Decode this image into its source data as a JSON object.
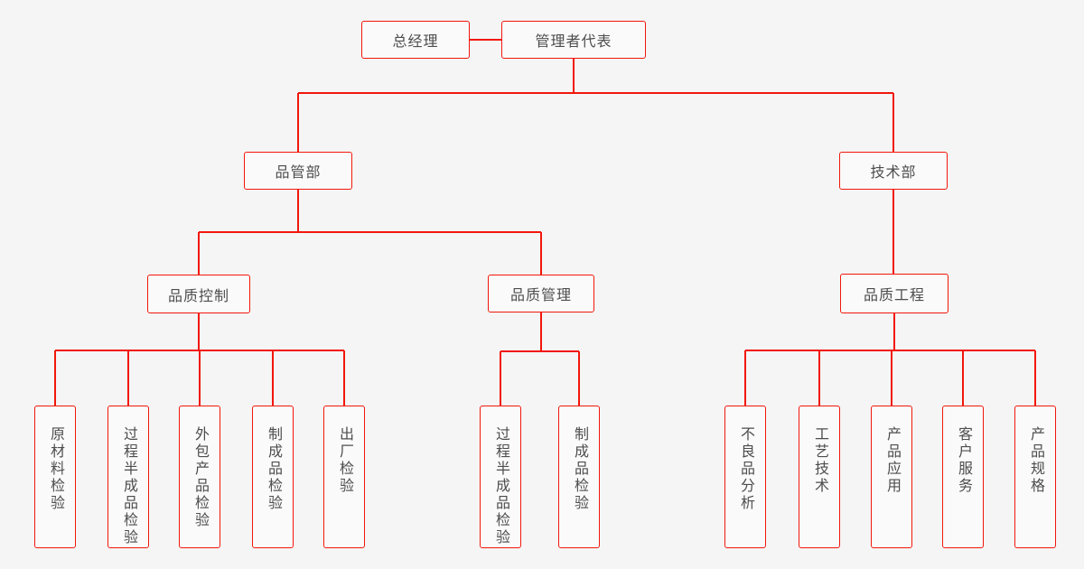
{
  "canvas": {
    "background_color": "#f5f5f5",
    "line_color": "#f2170b",
    "box_border_color": "#f2170b",
    "box_fill_color": "#fafafa",
    "text_color": "#4d4d4d"
  },
  "org_chart": {
    "type": "org-tree",
    "nodes": [
      {
        "label": "总经理",
        "level": 1,
        "parent": null,
        "linked_with": "管理者代表"
      },
      {
        "label": "管理者代表",
        "level": 1,
        "parent": null,
        "linked_with": "总经理"
      },
      {
        "label": "品管部",
        "level": 2,
        "parent": "管理者代表"
      },
      {
        "label": "技术部",
        "level": 2,
        "parent": "管理者代表"
      },
      {
        "label": "品质控制",
        "level": 3,
        "parent": "品管部"
      },
      {
        "label": "品质管理",
        "level": 3,
        "parent": "品管部"
      },
      {
        "label": "品质工程",
        "level": 3,
        "parent": "技术部"
      },
      {
        "label": "原材料检验",
        "level": 4,
        "parent": "品质控制"
      },
      {
        "label": "过程半成品检验",
        "level": 4,
        "parent": "品质控制"
      },
      {
        "label": "外包产品检验",
        "level": 4,
        "parent": "品质控制"
      },
      {
        "label": "制成品检验",
        "level": 4,
        "parent": "品质控制"
      },
      {
        "label": "出厂检验",
        "level": 4,
        "parent": "品质控制"
      },
      {
        "label": "过程半成品检验",
        "level": 4,
        "parent": "品质管理"
      },
      {
        "label": "制成品检验",
        "level": 4,
        "parent": "品质管理"
      },
      {
        "label": "不良品分析",
        "level": 4,
        "parent": "品质工程"
      },
      {
        "label": "工艺技术",
        "level": 4,
        "parent": "品质工程"
      },
      {
        "label": "产品应用",
        "level": 4,
        "parent": "品质工程"
      },
      {
        "label": "客户服务",
        "level": 4,
        "parent": "品质工程"
      },
      {
        "label": "产品规格",
        "level": 4,
        "parent": "品质工程"
      }
    ]
  }
}
